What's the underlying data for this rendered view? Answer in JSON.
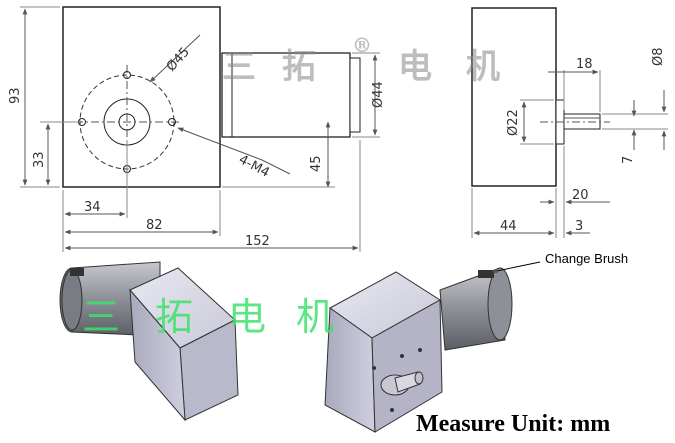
{
  "front_view": {
    "dim_pcd": "Ø45",
    "dim_thread": "4-M4",
    "dim_height": "93",
    "dim_shaft_height": "33",
    "dim_shaft_offset": "34",
    "dim_body_width": "82",
    "dim_total_width": "152",
    "dim_motor_dia": "Ø44",
    "dim_motor_offset": "45"
  },
  "side_view": {
    "dim_shaft_len": "18",
    "dim_shaft_dia": "Ø8",
    "dim_boss_dia": "Ø22",
    "dim_flat": "7",
    "dim_boss_len": "20",
    "dim_depth": "44",
    "dim_boss_h": "3"
  },
  "watermark": {
    "chars": [
      "三",
      "拓",
      "电",
      "机"
    ],
    "registered": "®"
  },
  "notes": {
    "change_brush": "Change Brush"
  },
  "unit_label": "Measure Unit: mm"
}
